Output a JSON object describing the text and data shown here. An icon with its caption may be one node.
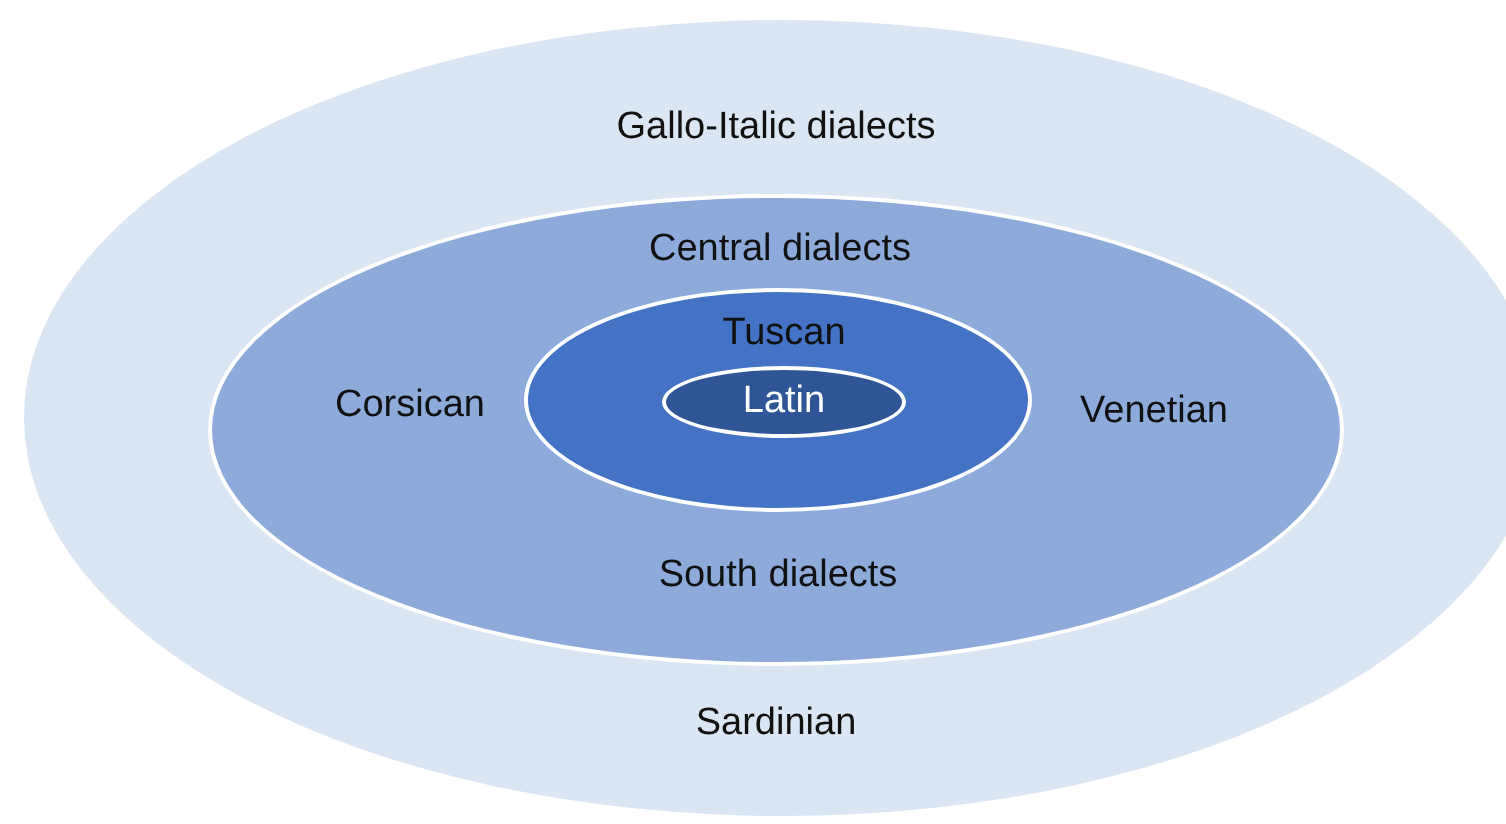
{
  "diagram": {
    "nodes": [
      {
        "text": [
          "Gallo-Italic dialects",
          "Sardinian"
        ]
      },
      {
        "text": [
          "Central dialects",
          "Corsican",
          "Venetian",
          "South dialects"
        ],
        "in": 0
      },
      {
        "text": [
          "Tuscan"
        ],
        "in": 1
      },
      {
        "text": [
          "Latin"
        ],
        "in": 2
      }
    ]
  }
}
